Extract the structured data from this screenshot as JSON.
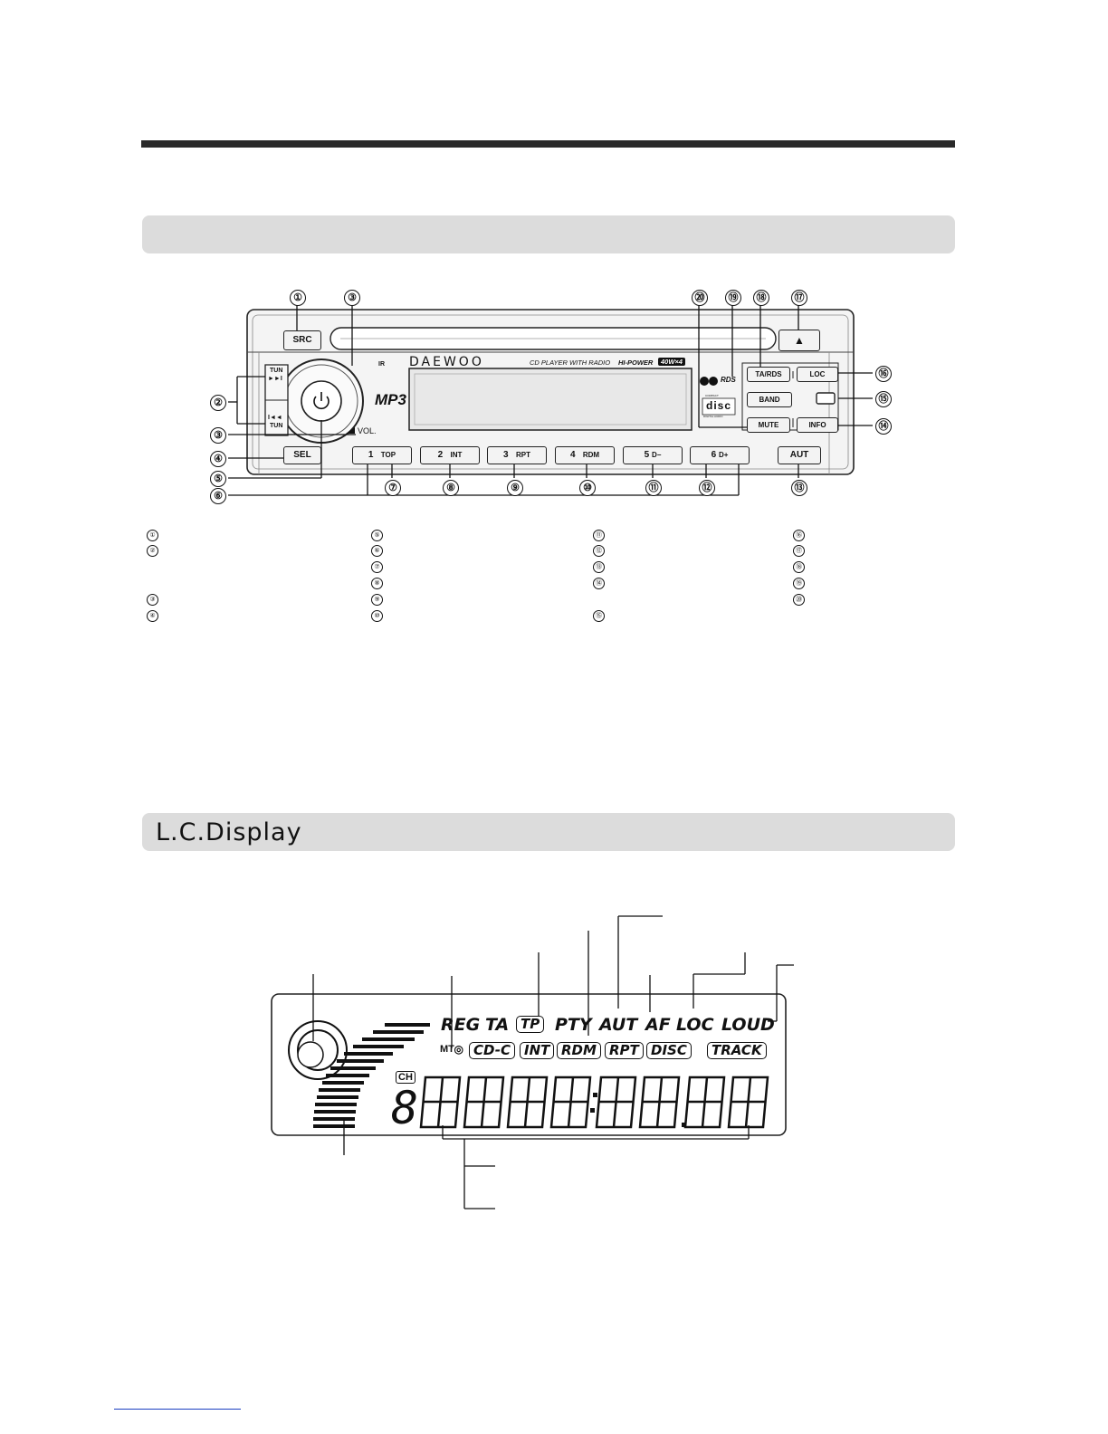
{
  "sections": {
    "lc_display_title": "L.C.Display"
  },
  "radio": {
    "brand": "DAEWOO",
    "tagline": "CD PLAYER WITH RADIO",
    "hipower": "HI-POWER",
    "power_rating": "40W×4",
    "mp3_logo": "MP3",
    "vol_label": "VOL.",
    "rds_logo": "RDS",
    "disc_logo": "disc",
    "disc_sub": "COMPACT",
    "disc_sub2": "DIGITAL AUDIO",
    "ir_label": "IR",
    "buttons": {
      "src": "SRC",
      "sel": "SEL",
      "aut": "AUT",
      "ta_rds": "TA/RDS",
      "loc": "LOC",
      "band": "BAND",
      "mute": "MUTE",
      "info": "INFO",
      "eject": "▲",
      "tun_up_top": "TUN",
      "tun_up_arrows": "►►I",
      "tun_down_arrows": "I◄◄",
      "tun_down_bottom": "TUN"
    },
    "presets": [
      {
        "num": "1",
        "label": "TOP"
      },
      {
        "num": "2",
        "label": "INT"
      },
      {
        "num": "3",
        "label": "RPT"
      },
      {
        "num": "4",
        "label": "RDM"
      },
      {
        "num": "5",
        "label": "D−"
      },
      {
        "num": "6",
        "label": "D+"
      }
    ],
    "callouts": [
      "①",
      "②",
      "③",
      "④",
      "⑤",
      "⑥",
      "⑦",
      "⑧",
      "⑨",
      "⑩",
      "⑪",
      "⑫",
      "⑬",
      "⑭",
      "⑮",
      "⑯",
      "⑰",
      "⑱",
      "⑲",
      "⑳"
    ]
  },
  "legend": {
    "col1": [
      "①",
      "②",
      "③",
      "④"
    ],
    "col2": [
      "⑤",
      "⑥",
      "⑦",
      "⑧",
      "⑨",
      "⑩"
    ],
    "col3": [
      "⑪",
      "⑫",
      "⑬",
      "⑭",
      "⑮"
    ],
    "col4": [
      "⑯",
      "⑰",
      "⑱",
      "⑲",
      "⑳"
    ]
  },
  "lcd": {
    "row1": [
      "REG",
      "TA",
      "TP",
      "PTY",
      "AUT",
      "AF",
      "LOC",
      "LOUD"
    ],
    "row2_prefix": "MT",
    "row2": [
      "CD-C",
      "INT",
      "RDM",
      "RPT",
      "DISC",
      "TRACK"
    ],
    "ch": "CH",
    "digit": "8"
  }
}
